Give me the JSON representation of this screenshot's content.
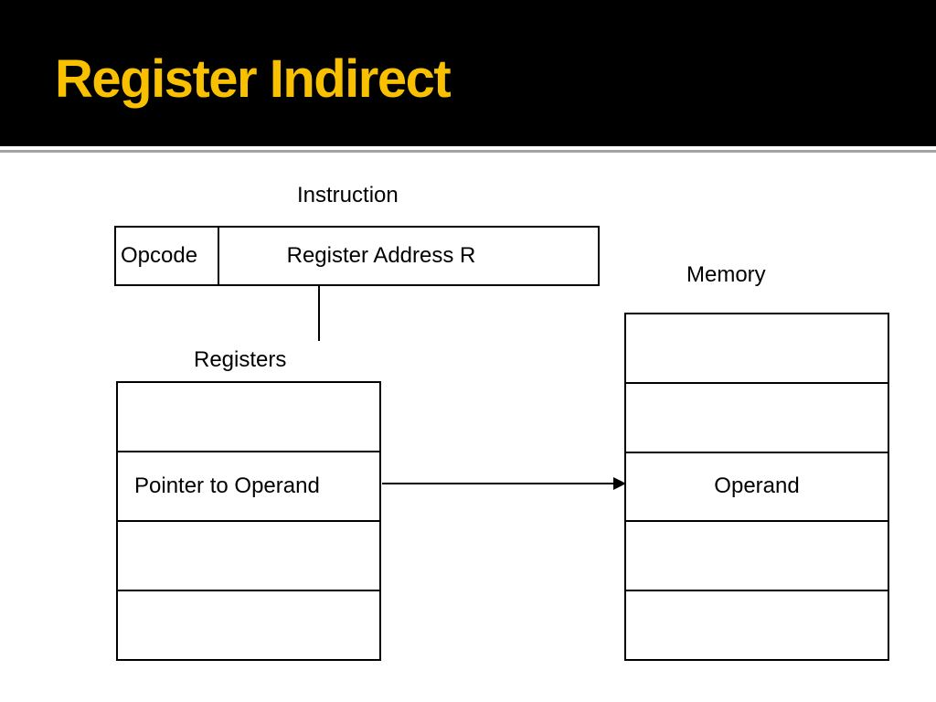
{
  "slide": {
    "title": "Register Indirect",
    "title_color": "#F9C000",
    "header_bg": "#000000"
  },
  "diagram": {
    "line_color": "#000000",
    "instruction": {
      "label": "Instruction",
      "fields": [
        {
          "label": "Opcode"
        },
        {
          "label": "Register Address R"
        }
      ]
    },
    "registers": {
      "label": "Registers",
      "rows": [
        "",
        "Pointer to Operand",
        "",
        ""
      ]
    },
    "memory": {
      "label": "Memory",
      "rows": [
        "",
        "",
        "Operand",
        "",
        ""
      ]
    }
  }
}
